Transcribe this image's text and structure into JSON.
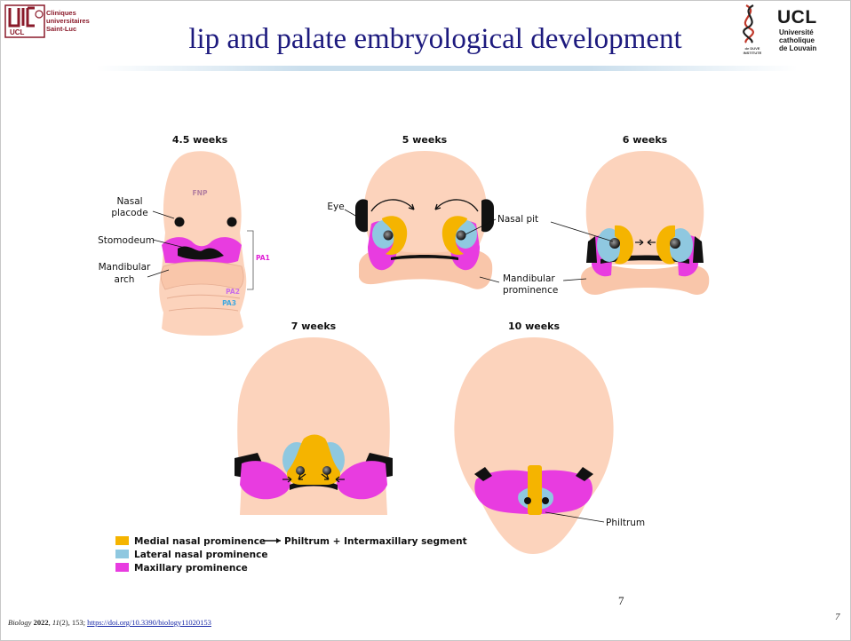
{
  "header": {
    "title": "lip and palate embryological development",
    "left_logo": {
      "lines": [
        "Cliniques",
        "universitaires",
        "Saint-Luc"
      ],
      "mark": "UCL"
    },
    "right_logo": {
      "mark": "UCL",
      "lines": [
        "Université",
        "catholique",
        "de Louvain"
      ],
      "institute_lines": [
        "de DUVE",
        "INSTITUTE"
      ]
    }
  },
  "figure": {
    "stages": {
      "s45": "4.5 weeks",
      "s5": "5 weeks",
      "s6": "6 weeks",
      "s7": "7 weeks",
      "s10": "10 weeks"
    },
    "labels": {
      "fnp": "FNP",
      "nasal": "Nasal",
      "placode": "placode",
      "stomodeum": "Stomodeum",
      "mandibular": "Mandibular",
      "arch": "arch",
      "pa1": "PA1",
      "pa2": "PA2",
      "pa3": "PA3",
      "eye": "Eye",
      "nasal_pit": "Nasal pit",
      "mandibular2": "Mandibular",
      "prominence": "prominence",
      "philtrum": "Philtrum"
    },
    "legend": [
      {
        "label": "Medial nasal prominence",
        "color": "#f5b400"
      },
      {
        "label": "Lateral nasal prominence",
        "color": "#8fc8e0"
      },
      {
        "label": "Maxillary prominence",
        "color": "#e83ce0"
      }
    ],
    "legend_result": "Philtrum + Intermaxillary segment",
    "colors": {
      "skin": "#fcd3bc",
      "medial": "#f5b400",
      "lateral": "#8fc8e0",
      "maxillary": "#e83ce0",
      "pa1": "#e021d6",
      "pa2": "#c86ee8",
      "pa3": "#3fa8e0",
      "fnp": "#b37fa0"
    }
  },
  "footer": {
    "citation_journal": "Biology",
    "citation_year": "2022",
    "citation_volume": "11",
    "citation_rest": "(2), 153; ",
    "citation_link": "https://doi.org/10.3390/biology11020153",
    "page_center": "7",
    "page_right": "7"
  }
}
